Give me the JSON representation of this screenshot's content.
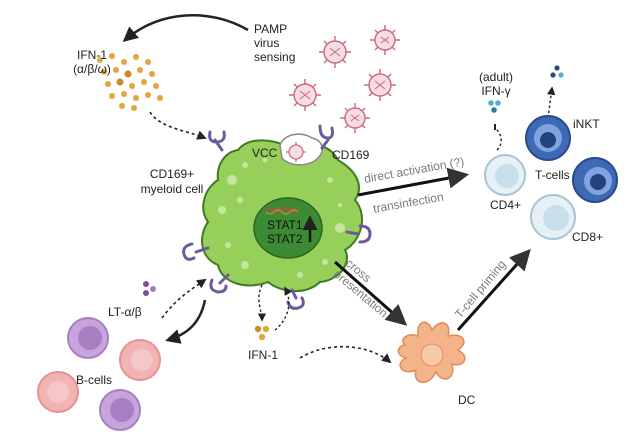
{
  "labels": {
    "ifn1_top_line1": "IFN-1",
    "ifn1_top_line2": "(α/β/ω)",
    "pamp_line1": "PAMP",
    "pamp_line2": "virus",
    "pamp_line3": "sensing",
    "vcc": "VCC",
    "cd169": "CD169",
    "cd169_myeloid_line1": "CD169+",
    "cd169_myeloid_line2": "myeloid cell",
    "stat1": "STAT1",
    "stat2": "STAT2",
    "adult_line1": "(adult)",
    "adult_line2": "IFN-γ",
    "inkt": "iNKT",
    "tcells": "T-cells",
    "cd4": "CD4+",
    "cd8": "CD8+",
    "direct_activation": "direct activation (?)",
    "transinfection": "transinfection",
    "cross_line1": "cross",
    "cross_line2": "presentation",
    "tcell_priming": "T-cell priming",
    "lt_ab": "LT-α/β",
    "bcells": "B-cells",
    "ifn1_bottom": "IFN-1",
    "dc": "DC"
  },
  "colors": {
    "myeloid_fill": "#96cf5a",
    "myeloid_stroke": "#3f7a25",
    "nucleus_fill": "#3d8a34",
    "receptor": "#6b5a9c",
    "virus": "#c96a7a",
    "ifn_dot": "#e3a63a",
    "tcell_dark": "#3f68b5",
    "tcell_light": "#cfe4ef",
    "bcell_pink": "#f2b3b3",
    "bcell_purple": "#c9a4dc",
    "dc_fill": "#f4b48a",
    "lt_dot": "#7a4e9a",
    "ifng_dot": "#4ab0d6",
    "arrow": "#222222"
  }
}
